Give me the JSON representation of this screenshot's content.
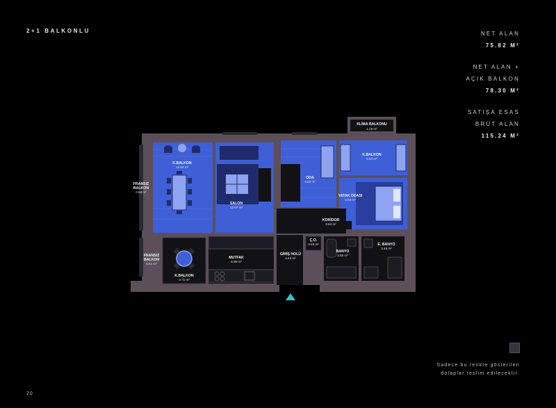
{
  "header": {
    "plan_type": "2+1 BALKONLU"
  },
  "stats": [
    {
      "label_lines": [
        "NET ALAN"
      ],
      "value": "75.82 M²"
    },
    {
      "label_lines": [
        "NET ALAN +",
        "AÇIK BALKON"
      ],
      "value": "78.30 M²"
    },
    {
      "label_lines": [
        "SATIŞA ESAS",
        "BRÜT ALAN"
      ],
      "value": "115.24 M²"
    }
  ],
  "rooms": {
    "klima_balkonu": {
      "name": "KLİMA BALKONU",
      "area": "1.19 m²"
    },
    "k_balkon_1": {
      "name": "K.BALKON",
      "area": "12.54 m²"
    },
    "fransiz_balkon_1": {
      "name": [
        "FRANSIZ",
        "BALKON"
      ],
      "area": "0.68 m²"
    },
    "salon": {
      "name": "SALON",
      "area": "12.67 m²"
    },
    "oda": {
      "name": "ODA",
      "area": "9.02 m²"
    },
    "k_balkon_2": {
      "name": "K.BALKON",
      "area": "5.83 m²"
    },
    "yatak_odasi": {
      "name": "YATAK ODASI",
      "area": "8.29 m²"
    },
    "koridor": {
      "name": "KORİDOR",
      "area": "3.64 m²"
    },
    "co": {
      "name": "Ç.O.",
      "area": "0.48 m²"
    },
    "banyo": {
      "name": "BANYO",
      "area": "3.85 m²"
    },
    "e_banyo": {
      "name": "E. BANYO",
      "area": "3.46 m²"
    },
    "giris_holu": {
      "name": "GİRİŞ HOLÜ",
      "area": "4.43 m²"
    },
    "mutfak": {
      "name": "MUTFAK",
      "area": "6.99 m²"
    },
    "fransiz_balkon_2": {
      "name": [
        "FRANSIZ",
        "BALKON"
      ],
      "area": "0.61 m²"
    },
    "k_balkon_3": {
      "name": "K.BALKON",
      "area": "4.71 m²"
    }
  },
  "legend": {
    "text": "Sadece bu renkte gösterilen dolaplar teslim edilecektir."
  },
  "page_number": "20",
  "colors": {
    "background": "#000000",
    "wall": "#5c4f59",
    "room_blue": "#3f5fd6",
    "room_dark": "#121216",
    "entrance_marker": "#2fc9c9"
  }
}
